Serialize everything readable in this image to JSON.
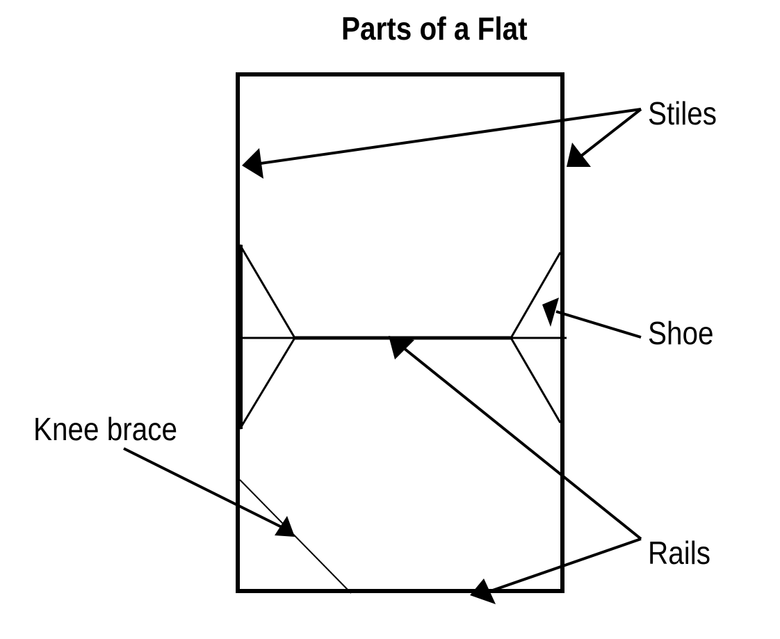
{
  "title": "Parts of a Flat",
  "labels": {
    "stiles": "Stiles",
    "shoe": "Shoe",
    "knee_brace": "Knee brace",
    "rails": "Rails"
  },
  "colors": {
    "line": "#000000",
    "background": "#ffffff"
  }
}
